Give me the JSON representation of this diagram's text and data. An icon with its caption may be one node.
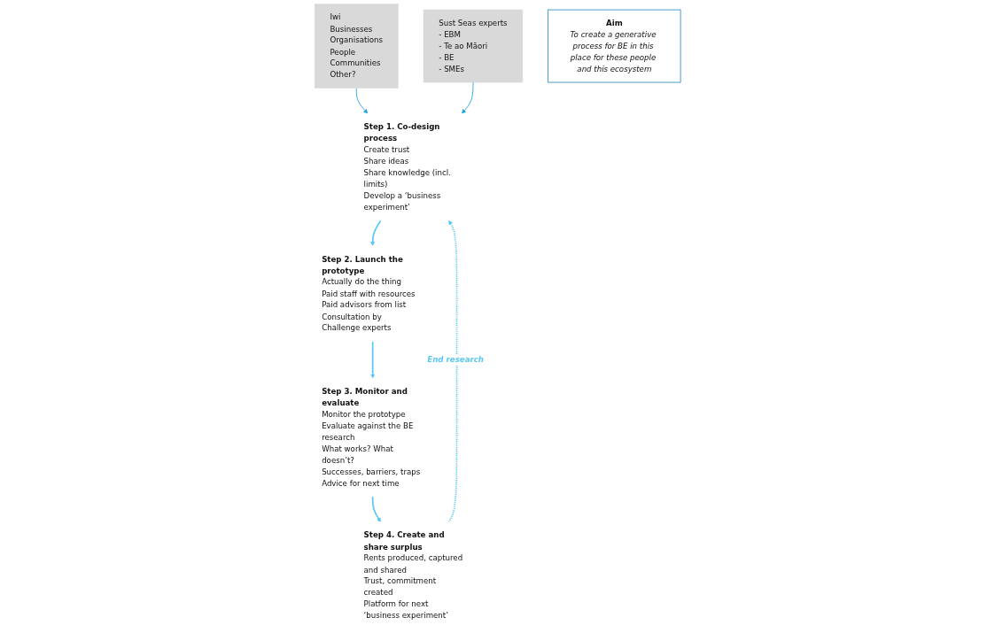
{
  "diagram": {
    "nodes": [
      {
        "text": [
          "Iwi",
          "Businesses",
          "Organisations",
          "People",
          "Communities",
          "Other?"
        ]
      },
      {
        "text": [
          "Sust Seas experts",
          "- EBM",
          "- Te ao Māori",
          "- BE",
          "- SMEs"
        ]
      },
      {
        "text": [
          "Step 1. Co-design process",
          "Create trust",
          "Share ideas",
          "Share knowledge (incl. limits)",
          "Develop a ‘business experiment’"
        ]
      },
      {
        "text": [
          "Step 2. Launch the prototype",
          "Actually do the thing",
          "Paid staff with resources",
          "Paid advisors from list",
          "Consultation by Challenge experts"
        ]
      },
      {
        "text": [
          "Step 3. Monitor and evaluate",
          "Monitor the prototype",
          "Evaluate against the BE research",
          "What works? What doesn’t?",
          "Successes, barriers, traps",
          "Advice for next time"
        ]
      },
      {
        "text": [
          "Step 4. Create and share surplus",
          "Rents produced, captured and shared",
          "Trust, commitment created",
          "Platform for next ‘business experiment’"
        ]
      },
      {
        "text": [
          "Aim",
          "To create a generative process for BE in this place for these people and this ecosystem"
        ]
      }
    ],
    "edges": [
      {
        "from": 0,
        "to": 2,
        "arrow": "to",
        "color": "#1ba1e2"
      },
      {
        "from": 1,
        "to": 2,
        "arrow": "to",
        "color": "#1ba1e2"
      },
      {
        "from": 2,
        "to": 3,
        "arrow": "to"
      },
      {
        "from": 3,
        "to": 4,
        "arrow": "to"
      },
      {
        "from": 4,
        "to": 5,
        "arrow": "to"
      },
      {
        "from": 5,
        "to": 2,
        "arrow": "to",
        "style": "dashed",
        "label": "End research"
      }
    ]
  }
}
